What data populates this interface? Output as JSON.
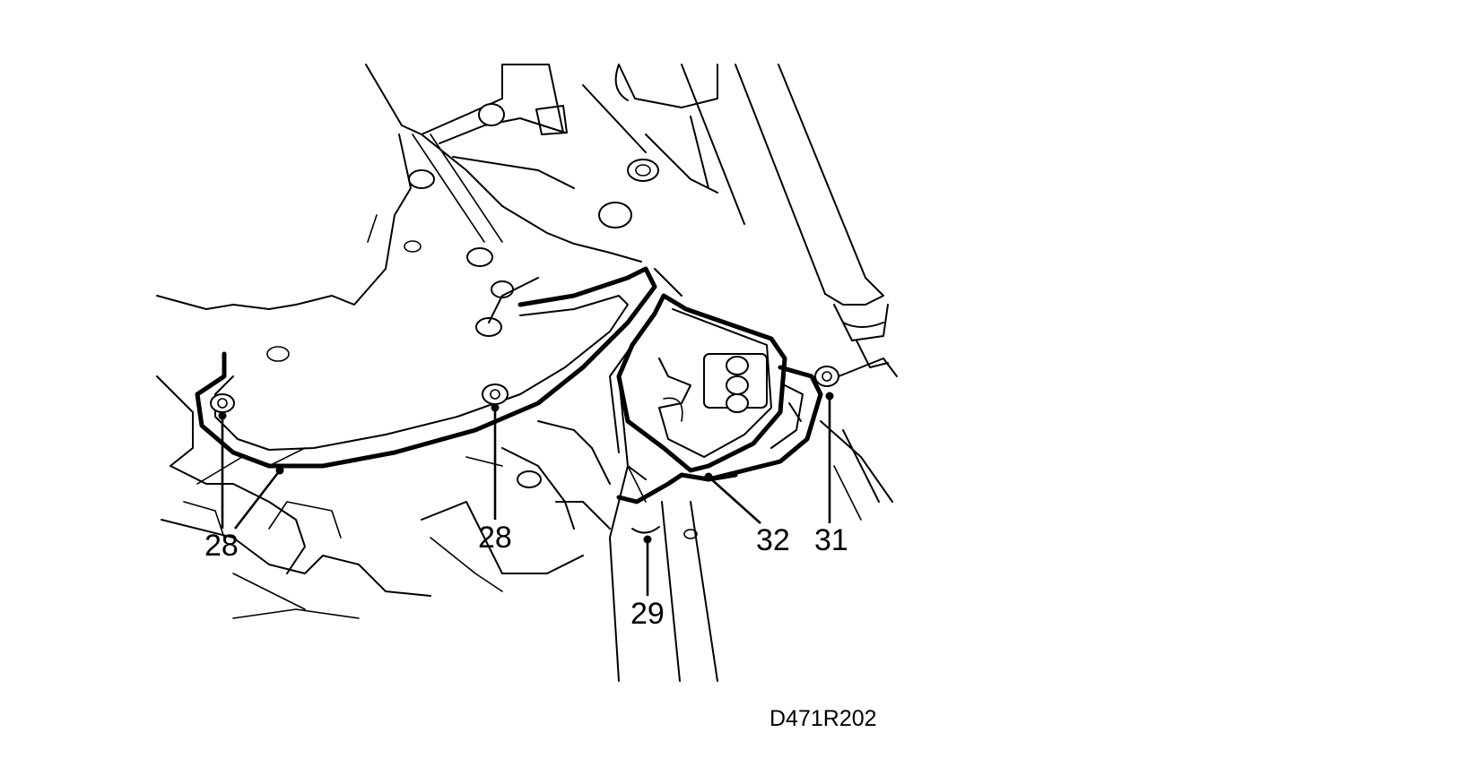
{
  "callouts": [
    {
      "id": "28",
      "label": "28"
    },
    {
      "id": "28b",
      "label": "28"
    },
    {
      "id": "29",
      "label": "29"
    },
    {
      "id": "32",
      "label": "32"
    },
    {
      "id": "31",
      "label": "31"
    }
  ],
  "figure_code": "D471R202"
}
